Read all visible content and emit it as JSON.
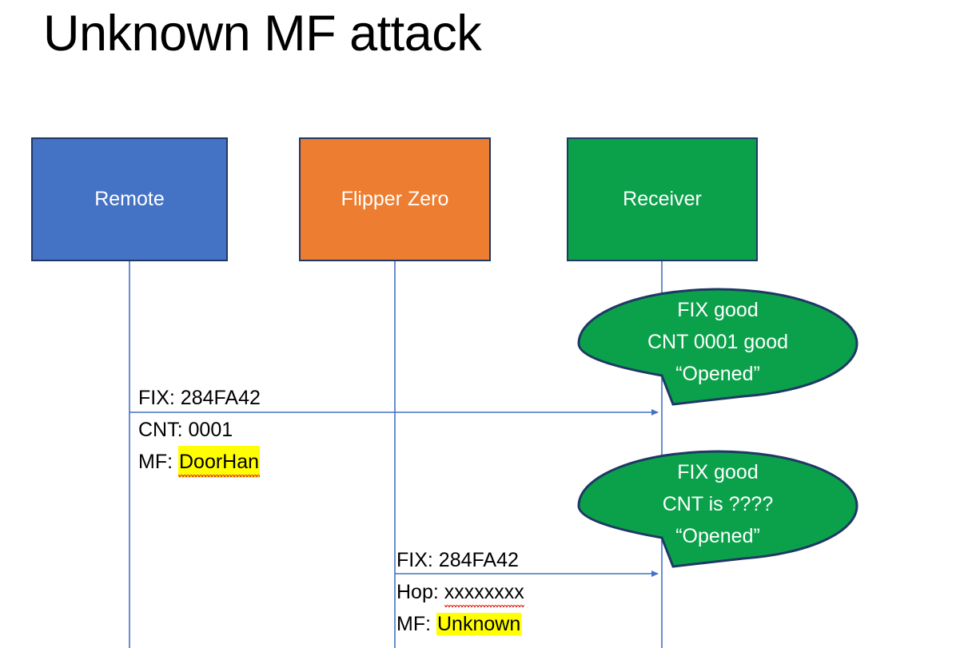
{
  "slide": {
    "title": "Unknown MF attack",
    "background_color": "#FFFFFF"
  },
  "colors": {
    "remote_fill": "#4472C4",
    "flipper_fill": "#ED7D31",
    "receiver_fill": "#0BA14B",
    "box_border": "#1F3864",
    "lifeline": "#4472C4",
    "arrow": "#4472C4",
    "callout_fill": "#0BA14B",
    "callout_border": "#1F3864",
    "highlight": "#FFFF00",
    "spellcheck_underline": "#E03A2F",
    "text": "#000000",
    "label_text": "#FFFFFF"
  },
  "actors": [
    {
      "id": "remote",
      "label": "Remote"
    },
    {
      "id": "flipper",
      "label": "Flipper Zero"
    },
    {
      "id": "receiver",
      "label": "Receiver"
    }
  ],
  "messages": [
    {
      "id": "message-1",
      "from": "remote",
      "to": "receiver",
      "lines": [
        {
          "label": "FIX:",
          "value": "284FA42",
          "highlighted": false,
          "misspelled": false
        },
        {
          "label": "CNT:",
          "value": "0001",
          "highlighted": false,
          "misspelled": false
        },
        {
          "label": "MF:",
          "value": "DoorHan",
          "highlighted": true,
          "misspelled": true
        }
      ]
    },
    {
      "id": "message-2",
      "from": "flipper",
      "to": "receiver",
      "lines": [
        {
          "label": "FIX:",
          "value": "284FA42",
          "highlighted": false,
          "misspelled": false
        },
        {
          "label": "Hop:",
          "value": "xxxxxxxx",
          "highlighted": false,
          "misspelled": true
        },
        {
          "label": "MF:",
          "value": "Unknown",
          "highlighted": true,
          "misspelled": false
        }
      ]
    }
  ],
  "callouts": [
    {
      "id": "callout-1",
      "attached_to": "receiver",
      "lines": [
        "FIX good",
        "CNT 0001 good",
        "“Opened”"
      ]
    },
    {
      "id": "callout-2",
      "attached_to": "receiver",
      "lines": [
        "FIX good",
        "CNT is ????",
        "“Opened”"
      ]
    }
  ]
}
